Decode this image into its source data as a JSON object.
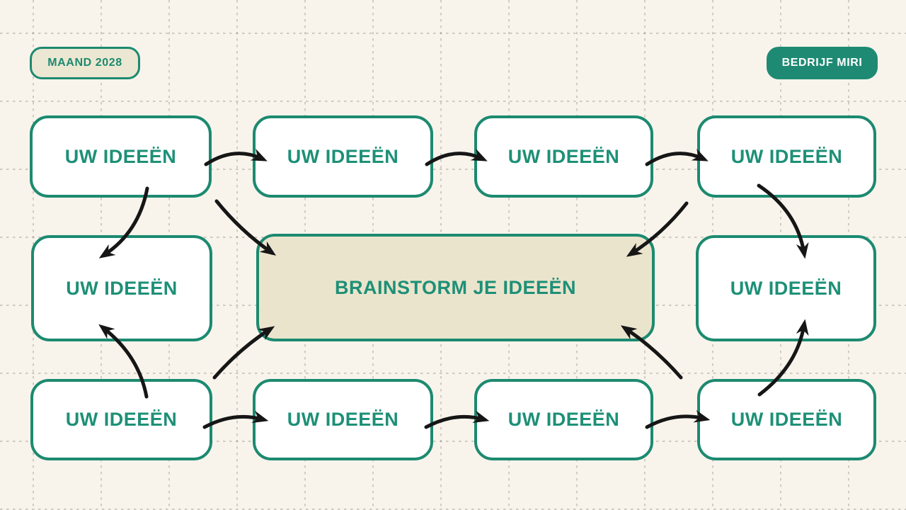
{
  "badges": {
    "date": {
      "label": "MAAND 2028"
    },
    "company": {
      "label": "BEDRIJF MIRI"
    }
  },
  "center_box": {
    "label": "BRAINSTORM JE IDEEËN"
  },
  "idea_boxes": [
    {
      "position": "top-1",
      "label": "UW IDEEËN"
    },
    {
      "position": "top-2",
      "label": "UW IDEEËN"
    },
    {
      "position": "top-3",
      "label": "UW IDEEËN"
    },
    {
      "position": "top-4",
      "label": "UW IDEEËN"
    },
    {
      "position": "middle-left",
      "label": "UW IDEEËN"
    },
    {
      "position": "middle-right",
      "label": "UW IDEEËN"
    },
    {
      "position": "bottom-1",
      "label": "UW IDEEËN"
    },
    {
      "position": "bottom-2",
      "label": "UW IDEEËN"
    },
    {
      "position": "bottom-3",
      "label": "UW IDEEËN"
    },
    {
      "position": "bottom-4",
      "label": "UW IDEEËN"
    }
  ],
  "colors": {
    "background": "#f8f4ec",
    "teal_border": "#1c8a70",
    "teal_fill": "#1f8a73",
    "teal_text": "#1d9077",
    "box_fill": "#ffffff",
    "center_fill": "#ebe4cd",
    "badge_outline_fill": "#ece7d2",
    "badge_text_on_teal": "#ffffff",
    "arrow": "#161616",
    "grid_line": "#7c7c74"
  }
}
